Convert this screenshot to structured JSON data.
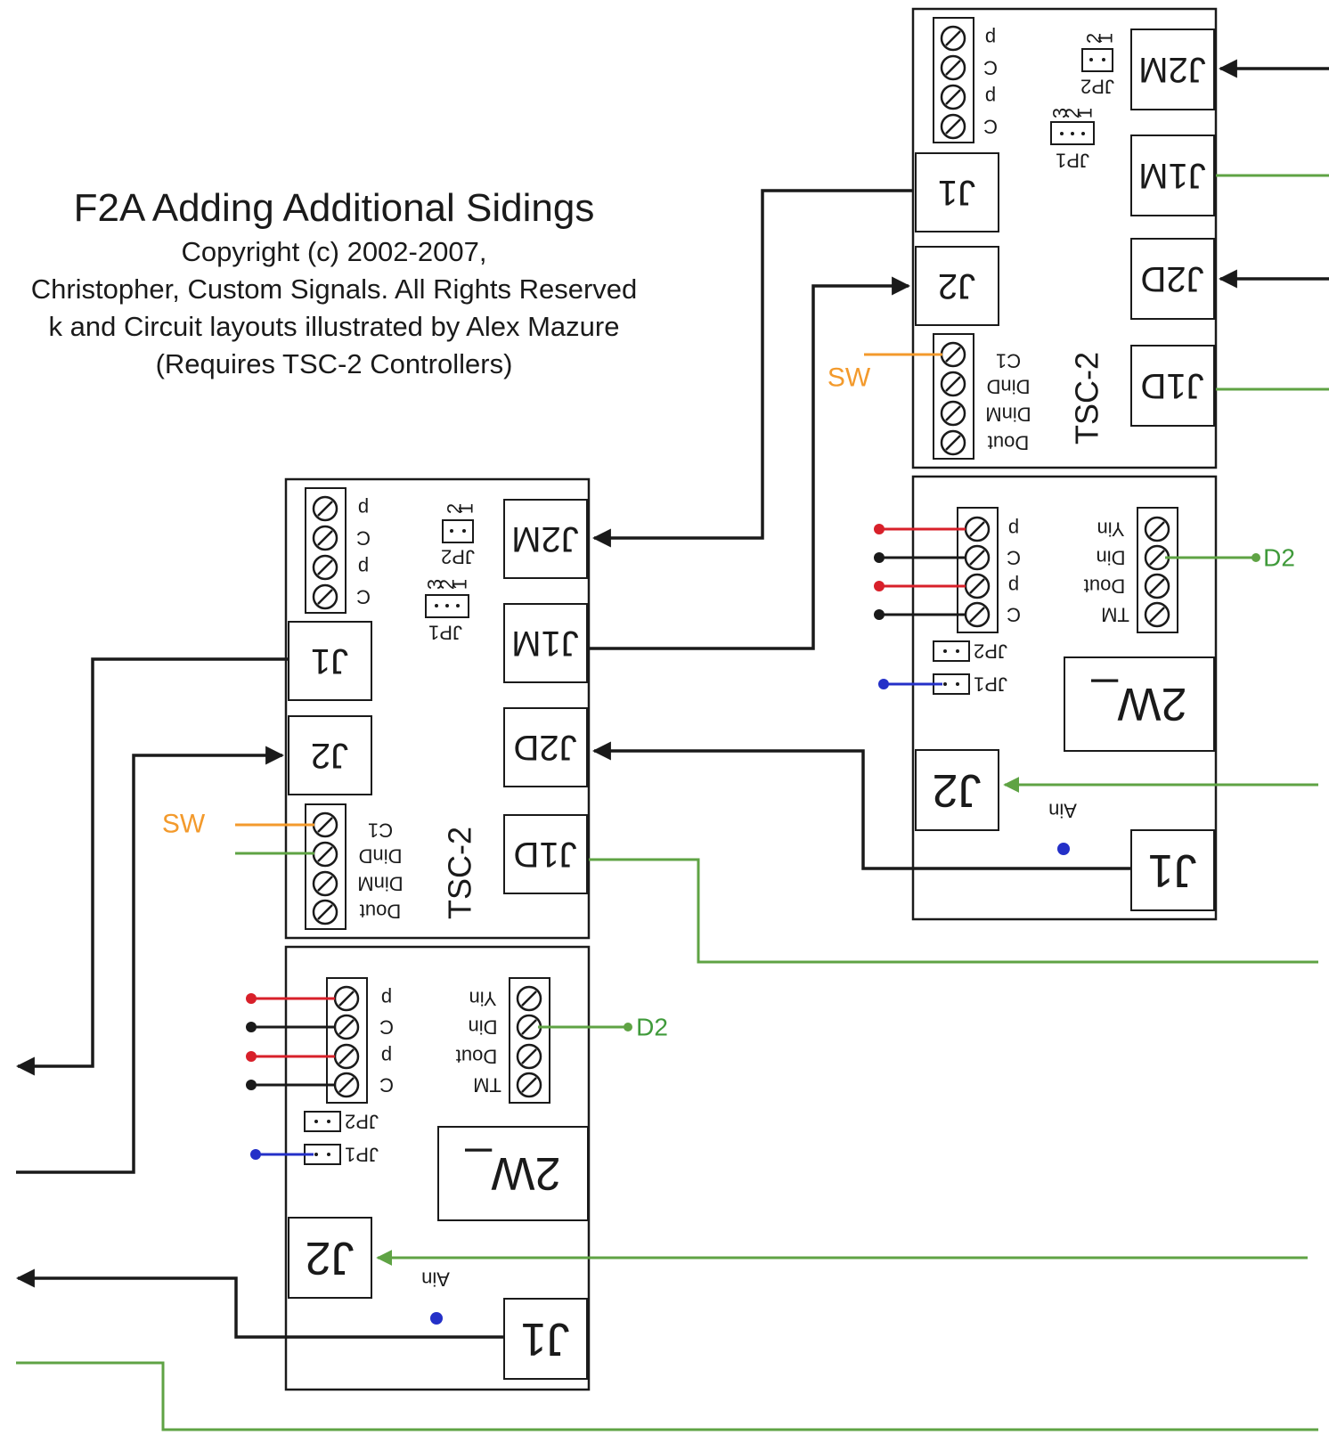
{
  "title": {
    "main": "F2A Adding Additional Sidings",
    "line1": "Copyright (c) 2002-2007,",
    "line2": "Christopher, Custom Signals. All Rights Reserved",
    "line3": "k and Circuit layouts illustrated by Alex Mazure",
    "line4": "(Requires TSC-2 Controllers)"
  },
  "colors": {
    "wire_black": "#1a1a1a",
    "wire_green": "#5fa344",
    "wire_orange": "#f39a2c",
    "wire_red": "#d8202a",
    "wire_blue": "#2430c8",
    "label_green": "#3f9a3a",
    "label_orange": "#f39a2c"
  },
  "tsc2_boards": [
    {
      "model": "TSC-2",
      "connectors": [
        "J2M",
        "J1M",
        "J2D",
        "J1D",
        "J1",
        "J2"
      ],
      "terminals_top": [
        "p",
        "C",
        "p",
        "C"
      ],
      "jumpers": [
        "JP2",
        "JP1"
      ],
      "jp2_pins": [
        "2",
        "1"
      ],
      "jp1_pins": [
        "3",
        "2",
        "1"
      ],
      "terminals_bottom": [
        "C1",
        "DinD",
        "DinM",
        "Dout"
      ],
      "sw_label": "SW"
    },
    {
      "model": "TSC-2",
      "connectors": [
        "J2M",
        "J1M",
        "J2D",
        "J1D",
        "J1",
        "J2"
      ],
      "terminals_top": [
        "p",
        "C",
        "p",
        "C"
      ],
      "jumpers": [
        "JP2",
        "JP1"
      ],
      "jp2_pins": [
        "2",
        "1"
      ],
      "jp1_pins": [
        "3",
        "2",
        "1"
      ],
      "terminals_bottom": [
        "C1",
        "DinD",
        "DinM",
        "Dout"
      ],
      "sw_label": "SW"
    }
  ],
  "detector_boards": [
    {
      "terminals_left": [
        "p",
        "C",
        "p",
        "C"
      ],
      "terminals_right": [
        "Yin",
        "Din",
        "Dout",
        "TM"
      ],
      "jumpers": [
        "JP2",
        "JP1"
      ],
      "module": "2W_",
      "connectors": [
        "J2",
        "J1"
      ],
      "ain_label": "Ain",
      "d2_label": "D2"
    },
    {
      "terminals_left": [
        "p",
        "C",
        "p",
        "C"
      ],
      "terminals_right": [
        "Yin",
        "Din",
        "Dout",
        "TM"
      ],
      "jumpers": [
        "JP2",
        "JP1"
      ],
      "module": "2W_",
      "connectors": [
        "J2",
        "J1"
      ],
      "ain_label": "Ain",
      "d2_label": "D2"
    }
  ]
}
